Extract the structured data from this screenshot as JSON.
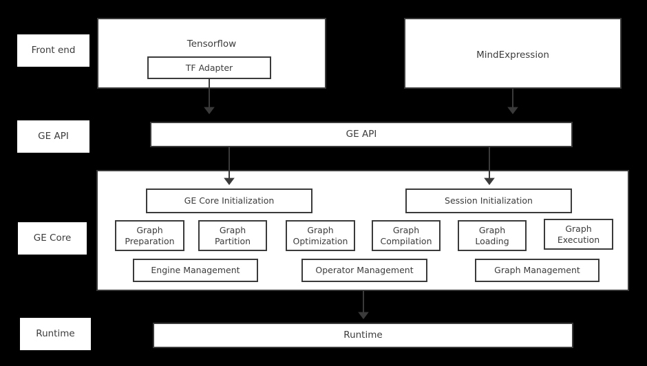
{
  "diagram": {
    "title": "GE architecture layers",
    "background_color": "#000000",
    "box_fill": "#ffffff",
    "box_stroke": "#3a3a3a",
    "text_color": "#3b3b3b"
  },
  "tier_labels": [
    {
      "id": "front-end",
      "label": "Front end"
    },
    {
      "id": "ge-api",
      "label": "GE API"
    },
    {
      "id": "ge-core",
      "label": "GE Core"
    },
    {
      "id": "runtime",
      "label": "Runtime"
    }
  ],
  "front_end": {
    "tensorflow": {
      "label": "Tensorflow",
      "child": {
        "label": "TF Adapter"
      }
    },
    "mindexpression": {
      "label": "MindExpression"
    }
  },
  "ge_api_bar": {
    "label": "GE API"
  },
  "ge_core": {
    "init_blocks": [
      {
        "label": "GE Core Initialization"
      },
      {
        "label": "Session Initialization"
      }
    ],
    "stage_blocks": [
      {
        "line1": "Graph",
        "line2": "Preparation"
      },
      {
        "line1": "Graph",
        "line2": "Partition"
      },
      {
        "line1": "Graph",
        "line2": "Optimization"
      },
      {
        "line1": "Graph",
        "line2": "Compilation"
      },
      {
        "line1": "Graph",
        "line2": "Loading"
      },
      {
        "line1": "Graph",
        "line2": "Execution"
      }
    ],
    "management_blocks": [
      {
        "label": "Engine Management"
      },
      {
        "label": "Operator Management"
      },
      {
        "label": "Graph Management"
      }
    ]
  },
  "runtime_bar": {
    "label": "Runtime"
  },
  "arrows": [
    {
      "id": "tf-adapter-to-ge-api",
      "from": "TF Adapter",
      "to": "GE API"
    },
    {
      "id": "mindexpression-to-ge-api",
      "from": "MindExpression",
      "to": "GE API"
    },
    {
      "id": "ge-api-to-ge-core-init",
      "from": "GE API",
      "to": "GE Core Initialization"
    },
    {
      "id": "ge-api-to-session-init",
      "from": "GE API",
      "to": "Session Initialization"
    },
    {
      "id": "ge-core-to-runtime",
      "from": "GE Core",
      "to": "Runtime"
    }
  ]
}
